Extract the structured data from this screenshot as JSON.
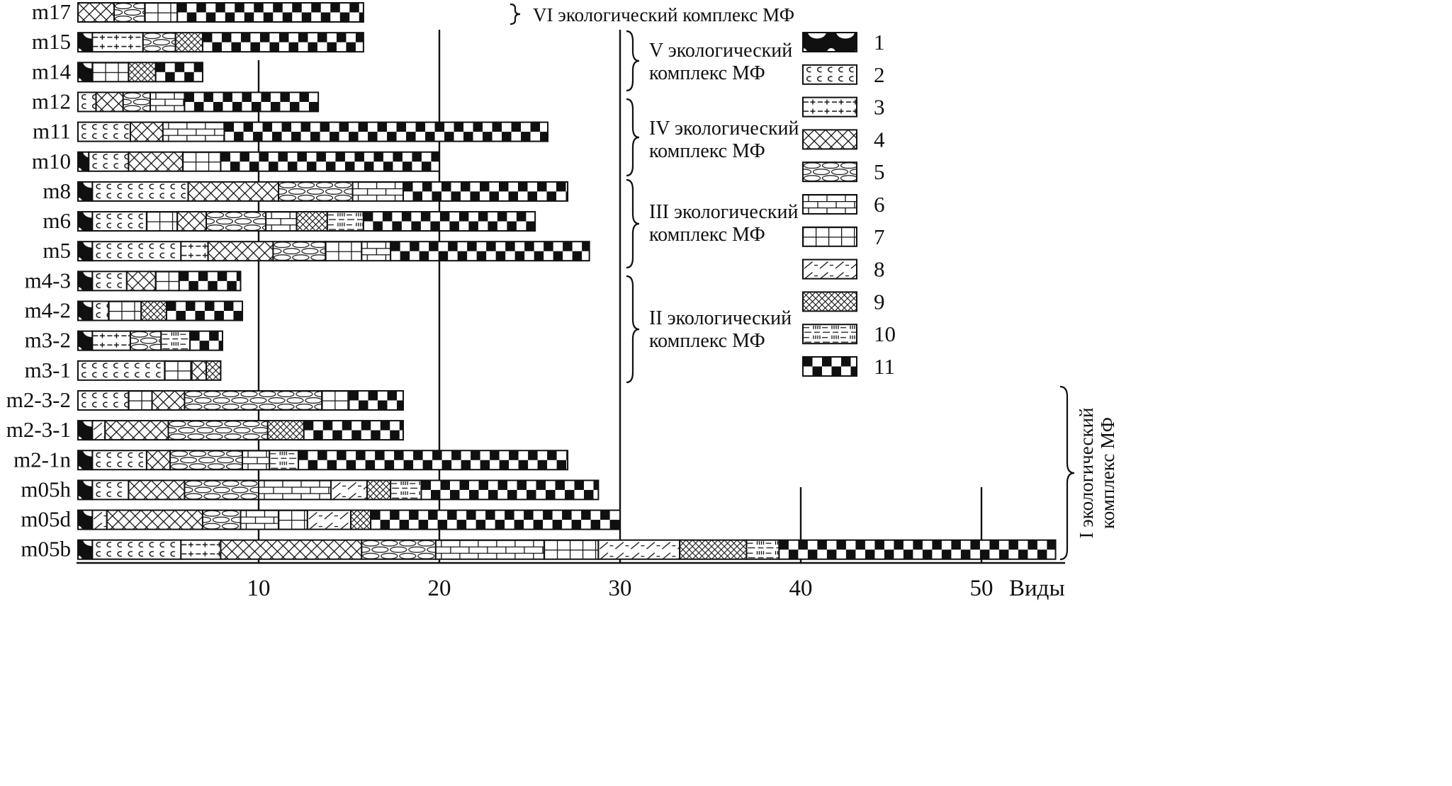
{
  "colors": {
    "ink": "#101010",
    "background": "#ffffff"
  },
  "chart_data": {
    "type": "bar",
    "orientation": "horizontal",
    "stacked": true,
    "title": "",
    "xlabel": "Виды",
    "xticks": [
      10,
      20,
      30,
      40,
      50
    ],
    "xlim": [
      0,
      55
    ],
    "grid": "partial-vertical",
    "legend": {
      "position": "right",
      "items": [
        {
          "id": 1,
          "pattern": "black-scallop"
        },
        {
          "id": 2,
          "pattern": "wave-curls"
        },
        {
          "id": 3,
          "pattern": "dash-cross"
        },
        {
          "id": 4,
          "pattern": "wide-crosshatch"
        },
        {
          "id": 5,
          "pattern": "chain-ellipse"
        },
        {
          "id": 6,
          "pattern": "brick"
        },
        {
          "id": 7,
          "pattern": "grid"
        },
        {
          "id": 8,
          "pattern": "diagonal-dash"
        },
        {
          "id": 9,
          "pattern": "dense-crosshatch"
        },
        {
          "id": 10,
          "pattern": "dash-ticks"
        },
        {
          "id": 11,
          "pattern": "checkerboard"
        }
      ]
    },
    "bars": [
      {
        "label": "m17",
        "segments": [
          [
            4,
            2.0
          ],
          [
            5,
            1.7
          ],
          [
            7,
            1.8
          ],
          [
            11,
            10.3
          ]
        ]
      },
      {
        "label": "m15",
        "segments": [
          [
            1,
            0.8
          ],
          [
            3,
            2.8
          ],
          [
            5,
            1.8
          ],
          [
            9,
            1.5
          ],
          [
            11,
            8.9
          ]
        ]
      },
      {
        "label": "m14",
        "segments": [
          [
            1,
            0.8
          ],
          [
            7,
            2.0
          ],
          [
            9,
            1.5
          ],
          [
            11,
            2.6
          ]
        ]
      },
      {
        "label": "m12",
        "segments": [
          [
            2,
            1.0
          ],
          [
            4,
            1.5
          ],
          [
            5,
            1.5
          ],
          [
            6,
            1.9
          ],
          [
            11,
            7.4
          ]
        ]
      },
      {
        "label": "m11",
        "segments": [
          [
            2,
            2.9
          ],
          [
            4,
            1.8
          ],
          [
            6,
            3.4
          ],
          [
            11,
            17.9
          ]
        ]
      },
      {
        "label": "m10",
        "segments": [
          [
            1,
            0.6
          ],
          [
            2,
            2.2
          ],
          [
            4,
            3.0
          ],
          [
            7,
            2.1
          ],
          [
            11,
            12.1
          ]
        ]
      },
      {
        "label": "m8",
        "segments": [
          [
            1,
            0.8
          ],
          [
            2,
            5.3
          ],
          [
            4,
            5.0
          ],
          [
            5,
            4.1
          ],
          [
            6,
            2.8
          ],
          [
            11,
            9.1
          ]
        ]
      },
      {
        "label": "m6",
        "segments": [
          [
            1,
            0.8
          ],
          [
            2,
            3.0
          ],
          [
            7,
            1.7
          ],
          [
            4,
            1.6
          ],
          [
            5,
            3.3
          ],
          [
            6,
            1.7
          ],
          [
            9,
            1.7
          ],
          [
            10,
            2.0
          ],
          [
            11,
            9.5
          ]
        ]
      },
      {
        "label": "m5",
        "segments": [
          [
            1,
            0.8
          ],
          [
            2,
            4.9
          ],
          [
            3,
            1.5
          ],
          [
            4,
            3.6
          ],
          [
            5,
            2.9
          ],
          [
            7,
            2.0
          ],
          [
            6,
            1.6
          ],
          [
            11,
            11.0
          ]
        ]
      },
      {
        "label": "m4-3",
        "segments": [
          [
            1,
            0.8
          ],
          [
            2,
            1.9
          ],
          [
            4,
            1.6
          ],
          [
            7,
            1.3
          ],
          [
            11,
            3.4
          ]
        ]
      },
      {
        "label": "m4-2",
        "segments": [
          [
            1,
            0.8
          ],
          [
            2,
            0.9
          ],
          [
            7,
            1.8
          ],
          [
            9,
            1.4
          ],
          [
            11,
            4.2
          ]
        ]
      },
      {
        "label": "m3-2",
        "segments": [
          [
            1,
            0.8
          ],
          [
            3,
            2.1
          ],
          [
            5,
            1.7
          ],
          [
            10,
            1.6
          ],
          [
            11,
            1.8
          ]
        ]
      },
      {
        "label": "m3-1",
        "segments": [
          [
            2,
            4.8
          ],
          [
            7,
            1.5
          ],
          [
            4,
            0.8
          ],
          [
            9,
            0.8
          ]
        ]
      },
      {
        "label": "m2-3-2",
        "segments": [
          [
            2,
            2.8
          ],
          [
            7,
            1.3
          ],
          [
            4,
            1.8
          ],
          [
            5,
            7.6
          ],
          [
            7,
            1.5
          ],
          [
            11,
            3.0
          ]
        ]
      },
      {
        "label": "m2-3-1",
        "segments": [
          [
            1,
            0.8
          ],
          [
            8,
            0.7
          ],
          [
            4,
            3.5
          ],
          [
            5,
            5.5
          ],
          [
            9,
            2.0
          ],
          [
            11,
            5.5
          ]
        ]
      },
      {
        "label": "m2-1n",
        "segments": [
          [
            1,
            0.8
          ],
          [
            2,
            3.0
          ],
          [
            4,
            1.3
          ],
          [
            5,
            4.0
          ],
          [
            6,
            1.5
          ],
          [
            10,
            1.6
          ],
          [
            11,
            14.9
          ]
        ]
      },
      {
        "label": "m05h",
        "segments": [
          [
            1,
            0.8
          ],
          [
            2,
            2.0
          ],
          [
            4,
            3.1
          ],
          [
            5,
            4.1
          ],
          [
            6,
            4.0
          ],
          [
            8,
            2.0
          ],
          [
            9,
            1.3
          ],
          [
            10,
            1.7
          ],
          [
            11,
            9.8
          ]
        ]
      },
      {
        "label": "m05d",
        "segments": [
          [
            1,
            0.8
          ],
          [
            8,
            0.8
          ],
          [
            4,
            5.3
          ],
          [
            5,
            2.1
          ],
          [
            6,
            2.1
          ],
          [
            7,
            1.6
          ],
          [
            8,
            2.4
          ],
          [
            9,
            1.1
          ],
          [
            11,
            13.8
          ]
        ]
      },
      {
        "label": "m05b",
        "segments": [
          [
            1,
            0.8
          ],
          [
            2,
            4.9
          ],
          [
            3,
            2.2
          ],
          [
            4,
            7.8
          ],
          [
            5,
            4.1
          ],
          [
            6,
            6.0
          ],
          [
            7,
            3.0
          ],
          [
            8,
            4.5
          ],
          [
            9,
            3.7
          ],
          [
            10,
            1.8
          ],
          [
            11,
            15.3
          ]
        ]
      }
    ],
    "groups": [
      {
        "label": "VI экологический комплекс МФ",
        "lines": [
          "VI экологический комплекс МФ"
        ],
        "bars": [
          "m17"
        ]
      },
      {
        "label": "V экологический комплекс МФ",
        "lines": [
          "V экологический",
          "комплекс МФ"
        ],
        "bars": [
          "m15",
          "m14"
        ]
      },
      {
        "label": "IV экологический комплекс МФ",
        "lines": [
          "IV экологический",
          "комплекс МФ"
        ],
        "bars": [
          "m12",
          "m11",
          "m10"
        ]
      },
      {
        "label": "III экологический комплекс МФ",
        "lines": [
          "III экологический",
          "комплекс МФ"
        ],
        "bars": [
          "m8",
          "m6",
          "m5"
        ]
      },
      {
        "label": "II экологический комплекс МФ",
        "lines": [
          "II экологический",
          "комплекс МФ"
        ],
        "bars": [
          "m4-3",
          "m4-2",
          "m3-2",
          "m3-1"
        ]
      },
      {
        "label": "I экологический комплекс МФ",
        "lines": [
          "I экологический",
          "комплекс МФ"
        ],
        "bars": [
          "m2-3-2",
          "m2-3-1",
          "m2-1n",
          "m05h",
          "m05d",
          "m05b"
        ]
      }
    ]
  }
}
